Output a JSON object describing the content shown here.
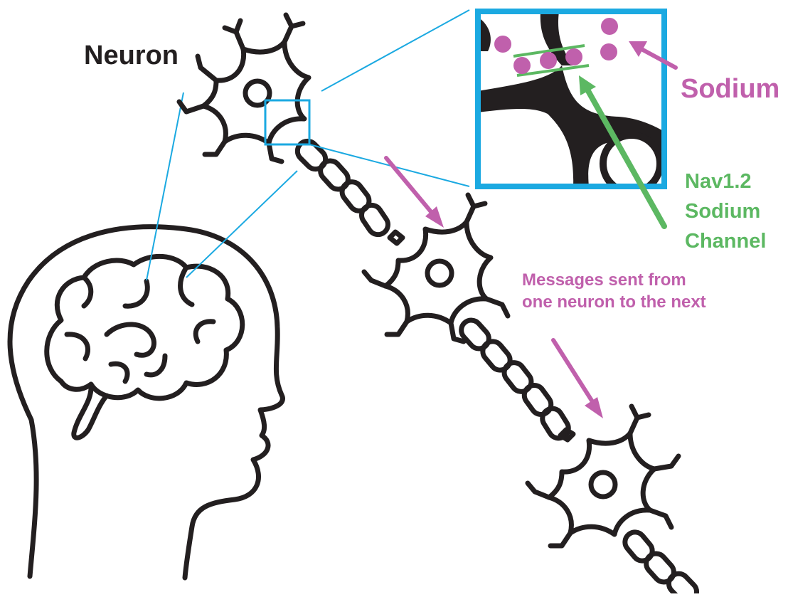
{
  "labels": {
    "neuron": "Neuron",
    "sodium": "Sodium",
    "channel": [
      "Nav1.2",
      "Sodium",
      "Channel"
    ],
    "messages": [
      "Messages sent from",
      "one neuron to the next"
    ]
  },
  "colors": {
    "outline": "#231f20",
    "highlight": "#1ba9e1",
    "sodium": "#c060ac",
    "channel": "#5cb862",
    "background": "#ffffff"
  },
  "icons": [
    "head-icon",
    "brain-icon",
    "neuron-icon",
    "axon-icon",
    "sodium-ion-icon",
    "arrow-icon"
  ]
}
